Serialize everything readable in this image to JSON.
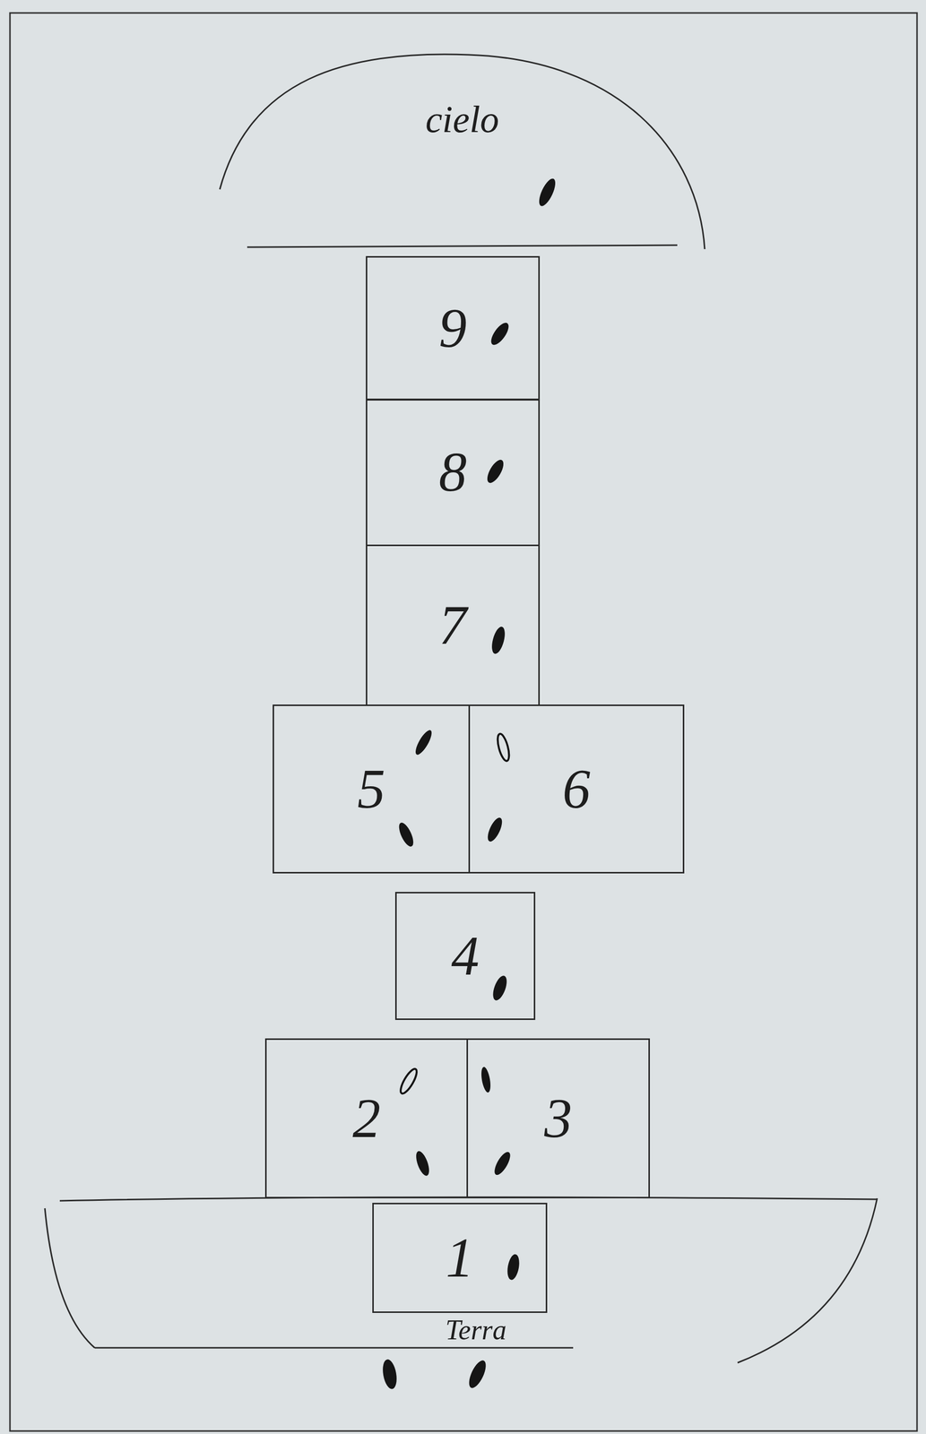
{
  "diagram": {
    "nodes": [
      {
        "text": [
          "cielo"
        ]
      },
      {
        "text": [
          "9"
        ]
      },
      {
        "text": [
          "8"
        ]
      },
      {
        "text": [
          "7"
        ]
      },
      {
        "text": [
          "5"
        ]
      },
      {
        "text": [
          "6"
        ]
      },
      {
        "text": [
          "4"
        ]
      },
      {
        "text": [
          "2"
        ]
      },
      {
        "text": [
          "3"
        ]
      },
      {
        "text": [
          "Terra"
        ]
      },
      {
        "text": [
          "1"
        ],
        "in": 9
      }
    ]
  }
}
